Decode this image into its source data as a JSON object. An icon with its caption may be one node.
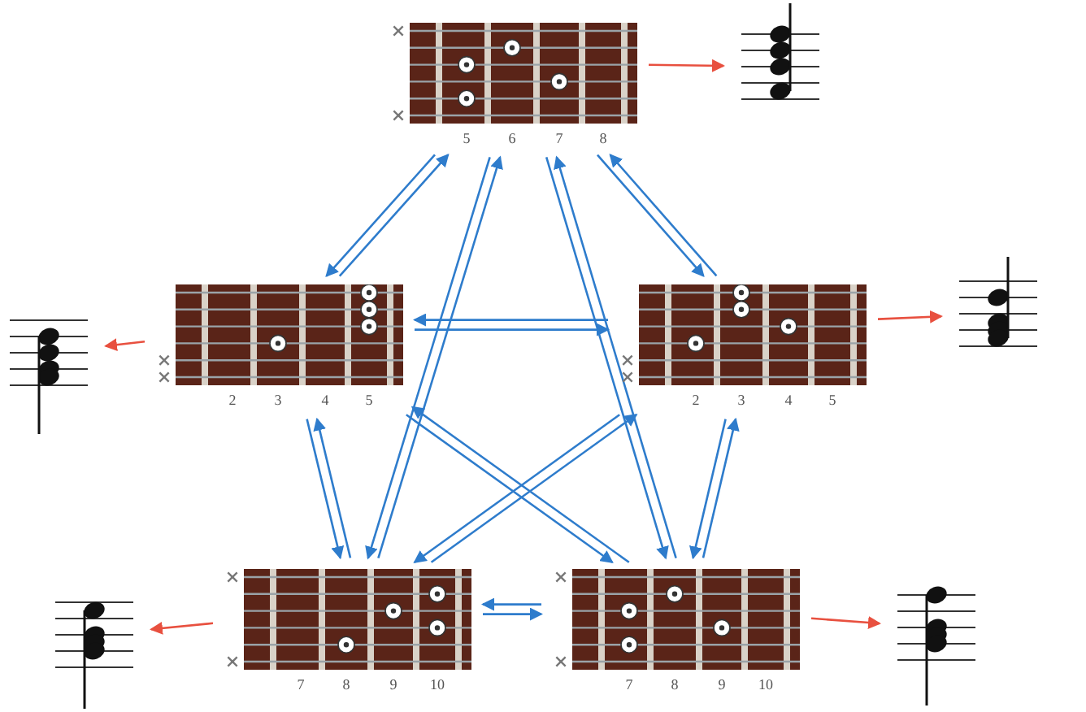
{
  "diagram": {
    "nodes": [
      {
        "text": [],
        "shape": "picture",
        "beside": [
          "5",
          "6",
          "7",
          "8"
        ]
      },
      {
        "text": [],
        "shape": "picture"
      },
      {
        "text": [],
        "shape": "picture"
      },
      {
        "text": [],
        "shape": "picture",
        "beside": [
          "2",
          "3",
          "4",
          "5"
        ]
      },
      {
        "text": [],
        "shape": "picture",
        "beside": [
          "2",
          "3",
          "4",
          "5"
        ]
      },
      {
        "text": [],
        "shape": "picture"
      },
      {
        "text": [],
        "shape": "picture"
      },
      {
        "text": [],
        "shape": "picture",
        "beside": [
          "7",
          "8",
          "9",
          "10"
        ]
      },
      {
        "text": [],
        "shape": "picture",
        "beside": [
          "7",
          "8",
          "9",
          "10"
        ]
      },
      {
        "text": [],
        "shape": "picture"
      }
    ],
    "edges": [
      {
        "from": 0,
        "to": 1,
        "arrow": "to",
        "color": "#e8503f"
      },
      {
        "from": 3,
        "to": 2,
        "arrow": "to",
        "color": "#e8503f"
      },
      {
        "from": 4,
        "to": 5,
        "arrow": "to",
        "color": "#e8503f"
      },
      {
        "from": 7,
        "to": 6,
        "arrow": "to",
        "color": "#e8503f"
      },
      {
        "from": 8,
        "to": 9,
        "arrow": "to",
        "color": "#e8503f"
      },
      {
        "from": 0,
        "to": 3,
        "arrow": "to"
      },
      {
        "from": 3,
        "to": 0,
        "arrow": "to"
      },
      {
        "from": 0,
        "to": 4,
        "arrow": "to"
      },
      {
        "from": 4,
        "to": 0,
        "arrow": "to"
      },
      {
        "from": 0,
        "to": 7,
        "arrow": "to"
      },
      {
        "from": 7,
        "to": 0,
        "arrow": "to"
      },
      {
        "from": 0,
        "to": 8,
        "arrow": "to"
      },
      {
        "from": 8,
        "to": 0,
        "arrow": "to"
      },
      {
        "from": 3,
        "to": 4,
        "arrow": "to"
      },
      {
        "from": 4,
        "to": 3,
        "arrow": "to"
      },
      {
        "from": 3,
        "to": 7,
        "arrow": "to"
      },
      {
        "from": 7,
        "to": 3,
        "arrow": "to"
      },
      {
        "from": 3,
        "to": 8,
        "arrow": "to"
      },
      {
        "from": 8,
        "to": 3,
        "arrow": "to"
      },
      {
        "from": 4,
        "to": 7,
        "arrow": "to"
      },
      {
        "from": 7,
        "to": 4,
        "arrow": "to"
      },
      {
        "from": 4,
        "to": 8,
        "arrow": "to"
      },
      {
        "from": 8,
        "to": 4,
        "arrow": "to"
      },
      {
        "from": 7,
        "to": 8,
        "arrow": "to"
      },
      {
        "from": 8,
        "to": 7,
        "arrow": "to"
      }
    ]
  }
}
